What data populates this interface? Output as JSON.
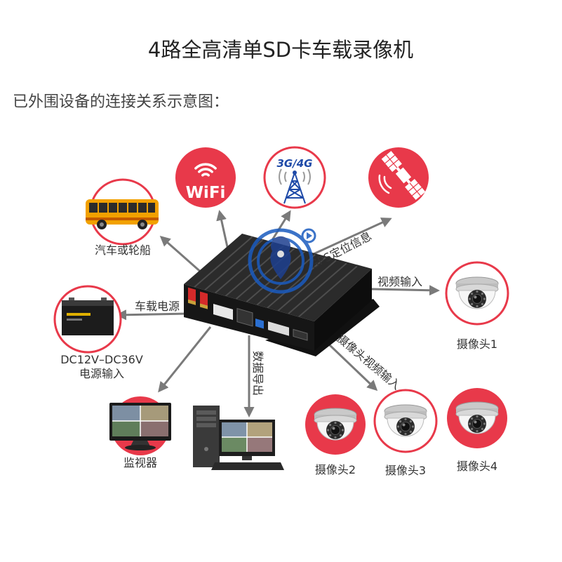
{
  "title": "4路全高清单SD卡车载录像机",
  "subtitle": "已外围设备的连接关系示意图：",
  "colors": {
    "accent": "#e8394a",
    "arrow": "#7a7a7a",
    "watermark": "#1a5bbf"
  },
  "recorder": {
    "icon": "vehicle-dvr-box-icon"
  },
  "devices": {
    "vehicle": {
      "label": "汽车或轮船",
      "icon": "bus-icon"
    },
    "wifi": {
      "label": "WiFi",
      "icon": "wifi-icon"
    },
    "network": {
      "label": "3G/4G",
      "icon": "cell-tower-icon"
    },
    "gps": {
      "icon": "satellite-icon"
    },
    "power": {
      "label_line1": "DC12V–DC36V",
      "label_line2": "电源输入",
      "icon": "battery-icon"
    },
    "monitor": {
      "label": "监视器",
      "icon": "monitor-icon"
    },
    "computer": {
      "icon": "desktop-computer-icon"
    },
    "cameras": [
      {
        "label": "摄像头1",
        "icon": "dome-camera-icon"
      },
      {
        "label": "摄像头2",
        "icon": "dome-camera-icon"
      },
      {
        "label": "摄像头3",
        "icon": "dome-camera-icon"
      },
      {
        "label": "摄像头4",
        "icon": "dome-camera-icon"
      }
    ]
  },
  "connections": {
    "gps": "GPS定位信息",
    "video_input": "视频输入",
    "vehicle_power": "车载电源",
    "data_export": "数据导出",
    "camera_video_input": "摄像头视频输入"
  }
}
